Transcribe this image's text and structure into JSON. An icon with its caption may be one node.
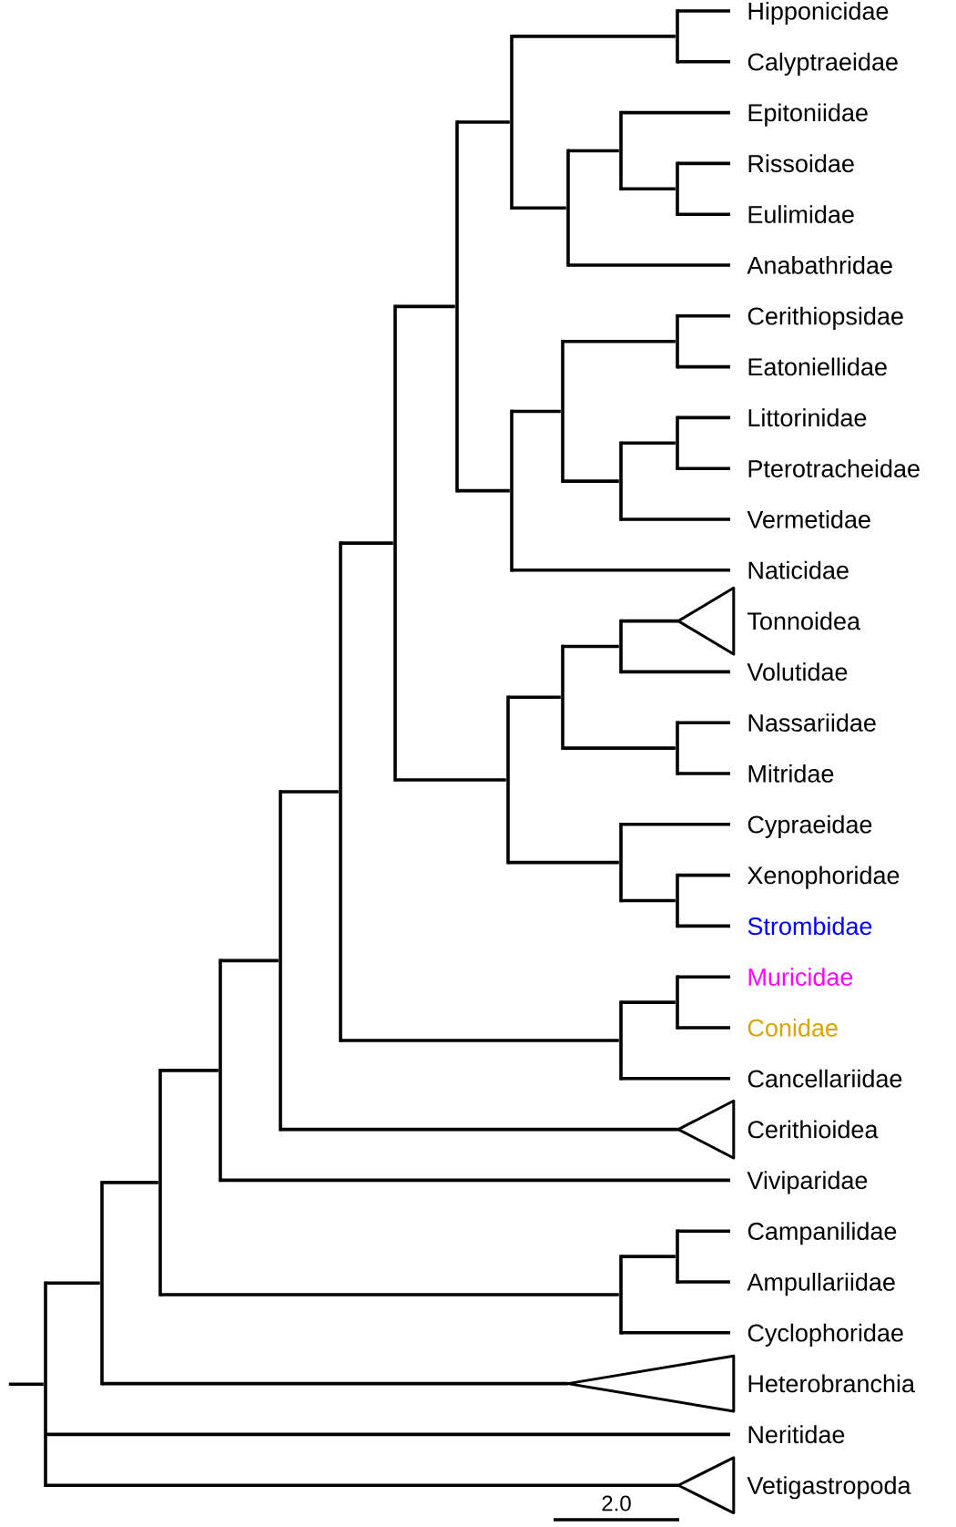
{
  "diagram": {
    "nodes": [
      {
        "text": [
          "Hipponicidae"
        ]
      },
      {
        "text": [
          "Calyptraeidae"
        ]
      },
      {
        "text": [
          "Epitoniidae"
        ]
      },
      {
        "text": [
          "Rissoidae"
        ]
      },
      {
        "text": [
          "Eulimidae"
        ]
      },
      {
        "text": [
          "Anabathridae"
        ]
      },
      {
        "text": [
          "Cerithiopsidae"
        ]
      },
      {
        "text": [
          "Eatoniellidae"
        ]
      },
      {
        "text": [
          "Littorinidae"
        ]
      },
      {
        "text": [
          "Pterotracheidae"
        ]
      },
      {
        "text": [
          "Vermetidae"
        ]
      },
      {
        "text": [
          "Naticidae"
        ]
      },
      {
        "text": [],
        "shape": "triangle",
        "beside": [
          "Tonnoidea"
        ]
      },
      {
        "text": [
          "Volutidae"
        ]
      },
      {
        "text": [
          "Nassariidae"
        ]
      },
      {
        "text": [
          "Mitridae"
        ]
      },
      {
        "text": [
          "Cypraeidae"
        ]
      },
      {
        "text": [
          "Xenophoridae"
        ]
      },
      {
        "text": [
          "Strombidae"
        ]
      },
      {
        "text": [
          "Muricidae"
        ]
      },
      {
        "text": [
          "Conidae"
        ]
      },
      {
        "text": [
          "Cancellariidae"
        ]
      },
      {
        "text": [],
        "shape": "triangle",
        "beside": [
          "Cerithioidea"
        ]
      },
      {
        "text": [
          "Viviparidae"
        ]
      },
      {
        "text": [
          "Campanilidae"
        ]
      },
      {
        "text": [
          "Ampullariidae"
        ]
      },
      {
        "text": [
          "Cyclophoridae"
        ]
      },
      {
        "text": [],
        "shape": "triangle",
        "beside": [
          "Heterobranchia"
        ]
      },
      {
        "text": [
          "Neritidae"
        ]
      },
      {
        "text": [],
        "shape": "triangle",
        "beside": [
          "Vetigastropoda"
        ]
      },
      {
        "text": [],
        "shape": "bar"
      },
      {
        "text": [],
        "shape": "bar"
      },
      {
        "text": [],
        "shape": "bar"
      },
      {
        "text": [],
        "shape": "bar"
      },
      {
        "text": [],
        "shape": "bar"
      },
      {
        "text": [],
        "shape": "bar"
      },
      {
        "text": [],
        "shape": "bar"
      },
      {
        "text": [],
        "shape": "bar"
      },
      {
        "text": [],
        "shape": "bar"
      },
      {
        "text": [],
        "shape": "bar"
      },
      {
        "text": [],
        "shape": "bar"
      },
      {
        "text": [],
        "shape": "bar"
      },
      {
        "text": [],
        "shape": "bar"
      },
      {
        "text": [],
        "shape": "bar"
      },
      {
        "text": [],
        "shape": "bar"
      },
      {
        "text": [],
        "shape": "bar"
      },
      {
        "text": [],
        "shape": "bar"
      },
      {
        "text": [],
        "shape": "bar"
      },
      {
        "text": [],
        "shape": "bar"
      },
      {
        "text": [],
        "shape": "bar"
      },
      {
        "text": [],
        "shape": "bar"
      },
      {
        "text": [],
        "shape": "bar"
      },
      {
        "text": [],
        "shape": "bar"
      },
      {
        "text": [],
        "shape": "bar"
      },
      {
        "text": [],
        "shape": "bar"
      },
      {
        "text": [],
        "shape": "bar"
      },
      {
        "text": [],
        "shape": "bar"
      },
      {
        "text": [],
        "shape": "bar"
      }
    ],
    "edges": [
      {
        "from": 30,
        "to": 0,
        "arrow": "none"
      },
      {
        "from": 30,
        "to": 1,
        "arrow": "none"
      },
      {
        "from": 31,
        "to": 30,
        "arrow": "none"
      },
      {
        "from": 31,
        "to": 34,
        "arrow": "none"
      },
      {
        "from": 32,
        "to": 2,
        "arrow": "none"
      },
      {
        "from": 32,
        "to": 35,
        "arrow": "none"
      },
      {
        "from": 33,
        "to": 31,
        "arrow": "none"
      },
      {
        "from": 33,
        "to": 39,
        "arrow": "none"
      },
      {
        "from": 34,
        "to": 32,
        "arrow": "none"
      },
      {
        "from": 34,
        "to": 5,
        "arrow": "none"
      },
      {
        "from": 35,
        "to": 3,
        "arrow": "none"
      },
      {
        "from": 35,
        "to": 4,
        "arrow": "none"
      },
      {
        "from": 36,
        "to": 33,
        "arrow": "none"
      },
      {
        "from": 36,
        "to": 45,
        "arrow": "none"
      },
      {
        "from": 37,
        "to": 6,
        "arrow": "none"
      },
      {
        "from": 37,
        "to": 7,
        "arrow": "none"
      },
      {
        "from": 38,
        "to": 37,
        "arrow": "none"
      },
      {
        "from": 38,
        "to": 41,
        "arrow": "none"
      },
      {
        "from": 39,
        "to": 38,
        "arrow": "none"
      },
      {
        "from": 39,
        "to": 11,
        "arrow": "none"
      },
      {
        "from": 40,
        "to": 8,
        "arrow": "none"
      },
      {
        "from": 40,
        "to": 9,
        "arrow": "none"
      },
      {
        "from": 41,
        "to": 40,
        "arrow": "none"
      },
      {
        "from": 41,
        "to": 10,
        "arrow": "none"
      },
      {
        "from": 42,
        "to": 36,
        "arrow": "none"
      },
      {
        "from": 42,
        "to": 52,
        "arrow": "none"
      },
      {
        "from": 43,
        "to": 12,
        "arrow": "none"
      },
      {
        "from": 43,
        "to": 13,
        "arrow": "none"
      },
      {
        "from": 44,
        "to": 43,
        "arrow": "none"
      },
      {
        "from": 44,
        "to": 46,
        "arrow": "none"
      },
      {
        "from": 45,
        "to": 44,
        "arrow": "none"
      },
      {
        "from": 45,
        "to": 48,
        "arrow": "none"
      },
      {
        "from": 46,
        "to": 14,
        "arrow": "none"
      },
      {
        "from": 46,
        "to": 15,
        "arrow": "none"
      },
      {
        "from": 47,
        "to": 42,
        "arrow": "none"
      },
      {
        "from": 47,
        "to": 22,
        "arrow": "none"
      },
      {
        "from": 48,
        "to": 16,
        "arrow": "none"
      },
      {
        "from": 48,
        "to": 49,
        "arrow": "none"
      },
      {
        "from": 49,
        "to": 17,
        "arrow": "none"
      },
      {
        "from": 49,
        "to": 18,
        "arrow": "none"
      },
      {
        "from": 50,
        "to": 47,
        "arrow": "none"
      },
      {
        "from": 50,
        "to": 23,
        "arrow": "none"
      },
      {
        "from": 51,
        "to": 19,
        "arrow": "none"
      },
      {
        "from": 51,
        "to": 20,
        "arrow": "none"
      },
      {
        "from": 52,
        "to": 51,
        "arrow": "none"
      },
      {
        "from": 52,
        "to": 21,
        "arrow": "none"
      },
      {
        "from": 53,
        "to": 50,
        "arrow": "none"
      },
      {
        "from": 53,
        "to": 56,
        "arrow": "none"
      },
      {
        "from": 54,
        "to": 53,
        "arrow": "none"
      },
      {
        "from": 54,
        "to": 27,
        "arrow": "none"
      },
      {
        "from": 55,
        "to": 24,
        "arrow": "none"
      },
      {
        "from": 55,
        "to": 25,
        "arrow": "none"
      },
      {
        "from": 56,
        "to": 55,
        "arrow": "none"
      },
      {
        "from": 56,
        "to": 26,
        "arrow": "none"
      },
      {
        "from": 57,
        "to": 54,
        "arrow": "none"
      },
      {
        "from": 57,
        "to": 28,
        "arrow": "none"
      },
      {
        "from": 57,
        "to": 29,
        "arrow": "none"
      },
      {
        "from": null,
        "to": 57,
        "arrow": "none"
      }
    ],
    "labels": [
      "2.0"
    ]
  }
}
